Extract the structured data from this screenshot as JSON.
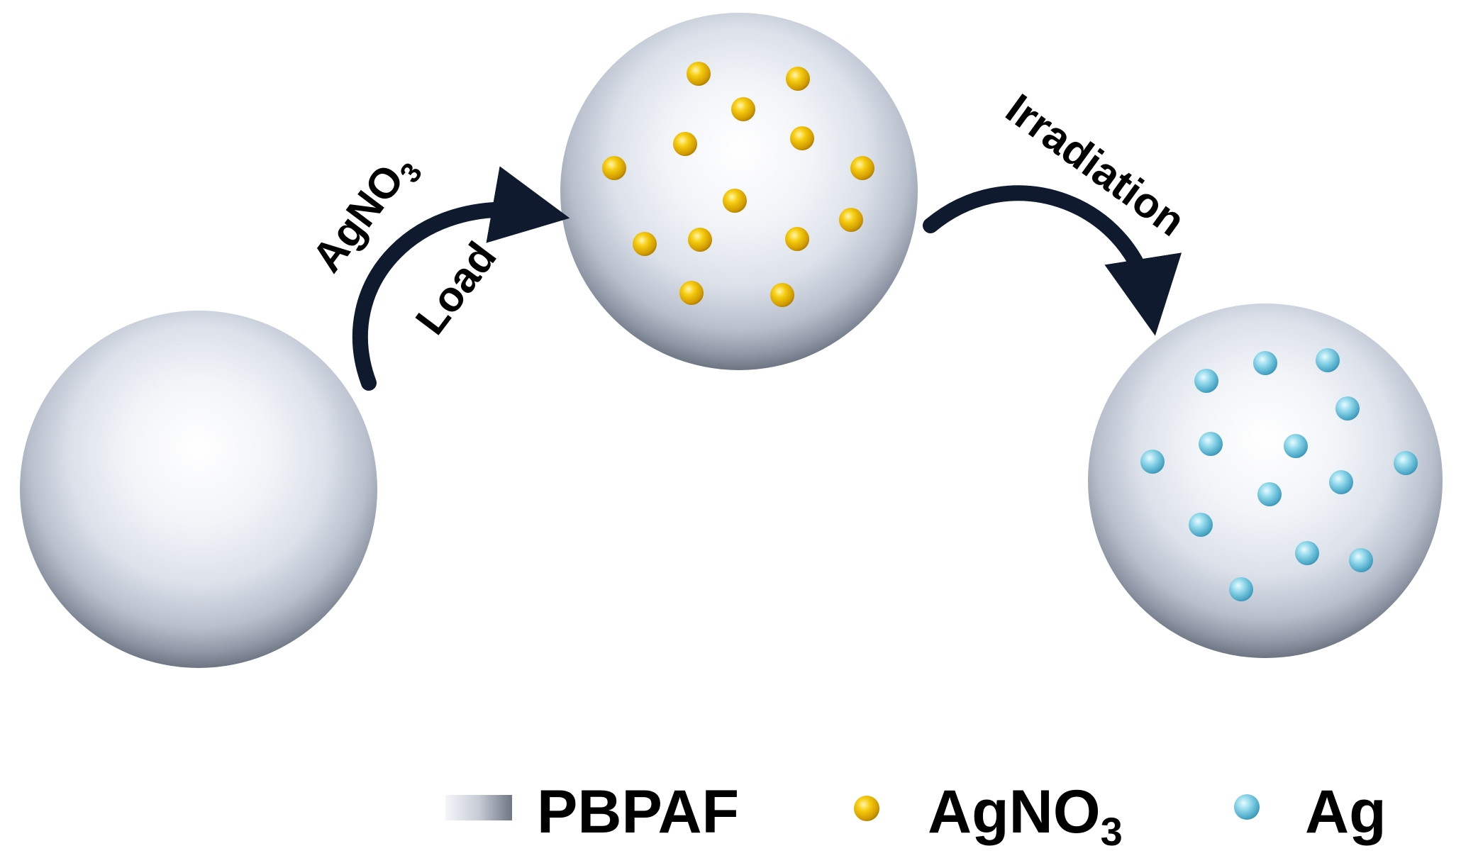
{
  "steps": {
    "load": {
      "reagent": "AgNO",
      "reagent_sub": "3",
      "action": "Load"
    },
    "irradiation": {
      "label": "Irradiation"
    }
  },
  "particles": {
    "agno3": {
      "color": "#f2c200",
      "positions": [
        [
          985,
          104
        ],
        [
          1125,
          111
        ],
        [
          1048,
          154
        ],
        [
          966,
          203
        ],
        [
          1131,
          195
        ],
        [
          866,
          237
        ],
        [
          1216,
          237
        ],
        [
          1036,
          283
        ],
        [
          1200,
          310
        ],
        [
          909,
          344
        ],
        [
          987,
          338
        ],
        [
          1124,
          337
        ],
        [
          975,
          413
        ],
        [
          1103,
          416
        ]
      ]
    },
    "ag": {
      "color": "#7fd0e6",
      "positions": [
        [
          1701,
          537
        ],
        [
          1784,
          512
        ],
        [
          1872,
          508
        ],
        [
          1900,
          576
        ],
        [
          1625,
          651
        ],
        [
          1707,
          626
        ],
        [
          1827,
          629
        ],
        [
          1982,
          653
        ],
        [
          1891,
          680
        ],
        [
          1790,
          697
        ],
        [
          1693,
          740
        ],
        [
          1843,
          780
        ],
        [
          1919,
          790
        ],
        [
          1750,
          831
        ]
      ]
    }
  },
  "legend": {
    "pbpaf": "PBPAF",
    "agno3": "AgNO",
    "agno3_sub": "3",
    "ag": "Ag"
  },
  "colors": {
    "arrow": "#101a2e",
    "text": "#000000"
  }
}
